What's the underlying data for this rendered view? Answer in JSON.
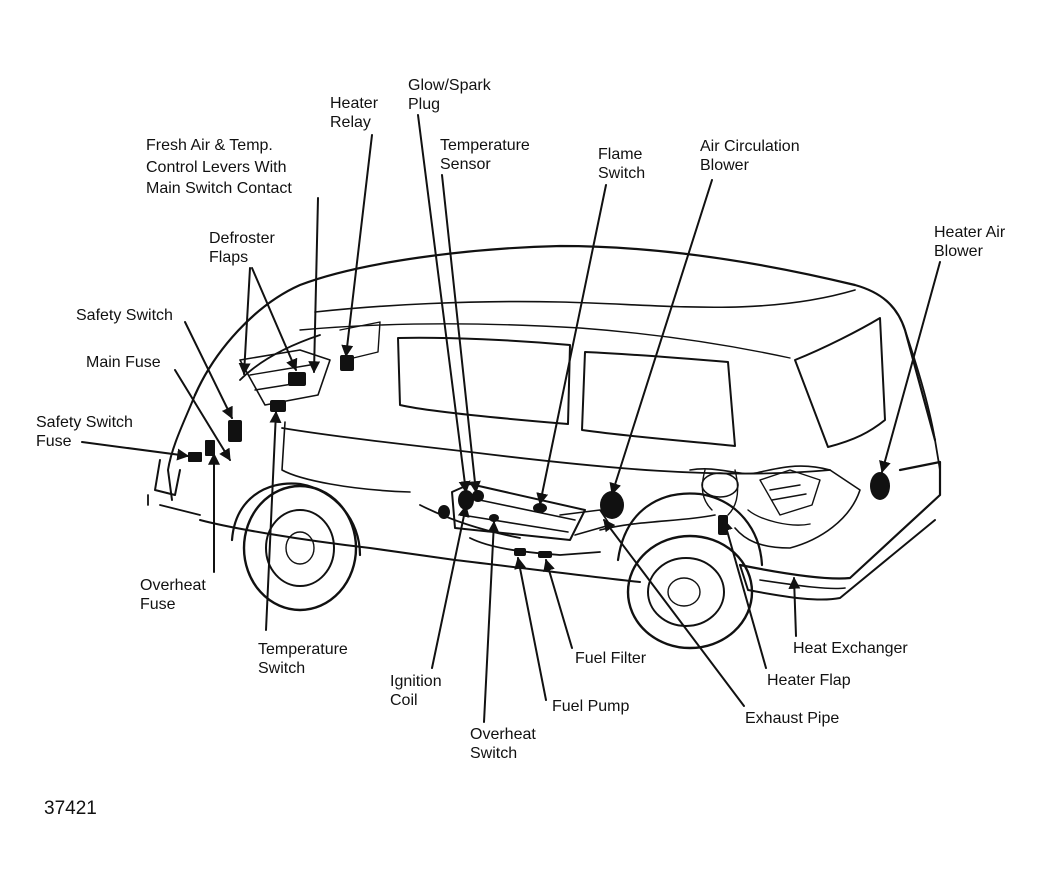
{
  "labels": {
    "glow_spark_plug": [
      "Glow/Spark",
      "Plug"
    ],
    "heater_relay": [
      "Heater",
      "Relay"
    ],
    "temperature_sensor": [
      "Temperature",
      "Sensor"
    ],
    "flame_switch": [
      "Flame",
      "Switch"
    ],
    "air_circulation_blower": [
      "Air Circulation",
      "Blower"
    ],
    "fresh_air_levers": [
      "Fresh Air & Temp.",
      "Control Levers With",
      "Main Switch Contact"
    ],
    "defroster_flaps": [
      "Defroster",
      "Flaps"
    ],
    "heater_air_blower": [
      "Heater Air",
      "Blower"
    ],
    "safety_switch": [
      "Safety Switch"
    ],
    "main_fuse": [
      "Main Fuse"
    ],
    "safety_switch_fuse": [
      "Safety Switch",
      "Fuse"
    ],
    "overheat_fuse": [
      "Overheat",
      "Fuse"
    ],
    "temperature_switch": [
      "Temperature",
      "Switch"
    ],
    "ignition_coil": [
      "Ignition",
      "Coil"
    ],
    "overheat_switch": [
      "Overheat",
      "Switch"
    ],
    "fuel_pump": [
      "Fuel Pump"
    ],
    "fuel_filter": [
      "Fuel Filter"
    ],
    "exhaust_pipe": [
      "Exhaust Pipe"
    ],
    "heater_flap": [
      "Heater Flap"
    ],
    "heat_exchanger": [
      "Heat Exchanger"
    ]
  },
  "figure_number": "37421"
}
